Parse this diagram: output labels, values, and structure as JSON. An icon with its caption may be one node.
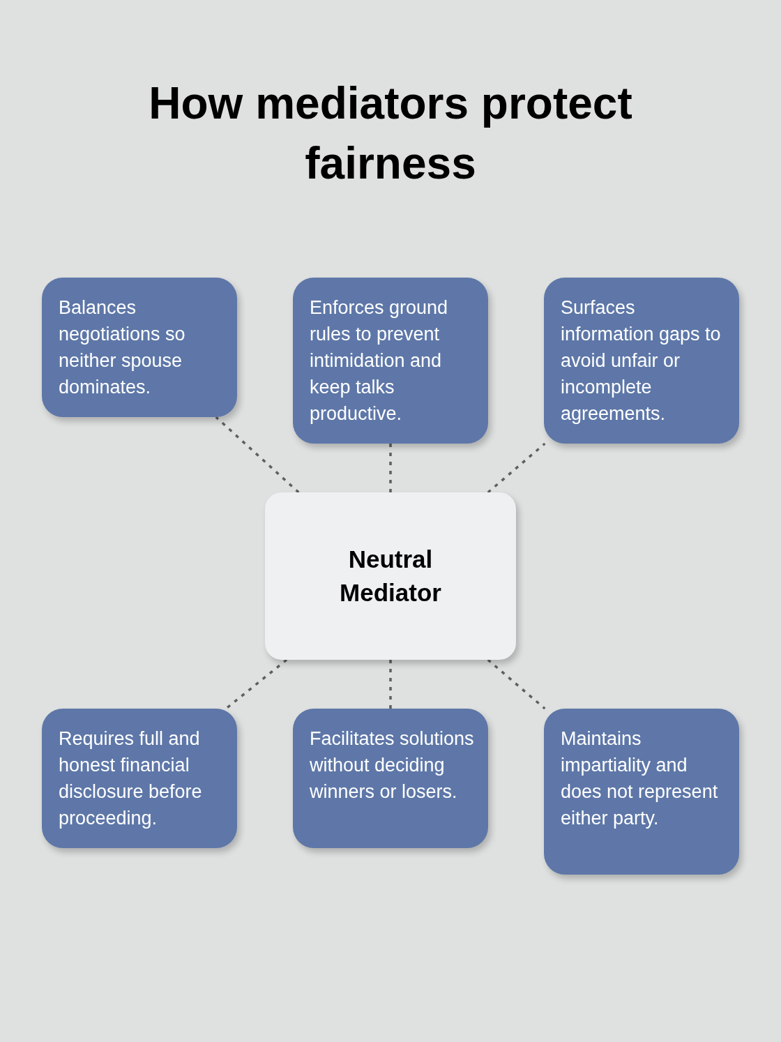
{
  "diagram": {
    "title": "How mediators protect fairness",
    "nodes": [
      {
        "text": [
          "Balances negotiations so neither spouse dominates."
        ]
      },
      {
        "text": [
          "Enforces ground rules to prevent intimidation and keep talks productive."
        ]
      },
      {
        "text": [
          "Surfaces information gaps to avoid unfair or incomplete agreements."
        ]
      },
      {
        "text": [
          "Neutral Mediator"
        ]
      },
      {
        "text": [
          "Requires full and honest financial disclosure before proceeding."
        ]
      },
      {
        "text": [
          "Facilitates solutions without deciding winners or losers."
        ]
      },
      {
        "text": [
          "Maintains impartiality and does not represent either party."
        ]
      }
    ],
    "edges": [
      {
        "from": 3,
        "to": 0,
        "arrow": "none",
        "style": "dashed"
      },
      {
        "from": 3,
        "to": 1,
        "arrow": "none",
        "style": "dashed"
      },
      {
        "from": 3,
        "to": 2,
        "arrow": "none",
        "style": "dashed"
      },
      {
        "from": 3,
        "to": 4,
        "arrow": "none",
        "style": "dashed"
      },
      {
        "from": 3,
        "to": 5,
        "arrow": "none",
        "style": "dashed"
      },
      {
        "from": 3,
        "to": 6,
        "arrow": "none",
        "style": "dashed"
      }
    ]
  }
}
